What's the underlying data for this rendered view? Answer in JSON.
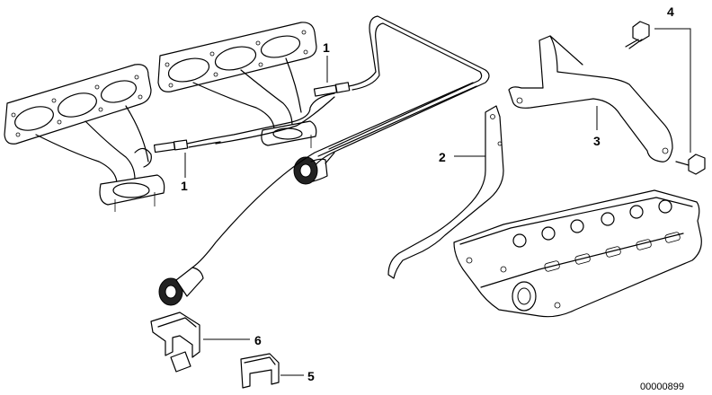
{
  "callouts": {
    "c1_top": "1",
    "c1_bottom": "1",
    "c2": "2",
    "c3": "3",
    "c4": "4",
    "c5": "5",
    "c6": "6"
  },
  "diagram_id": "00000899"
}
